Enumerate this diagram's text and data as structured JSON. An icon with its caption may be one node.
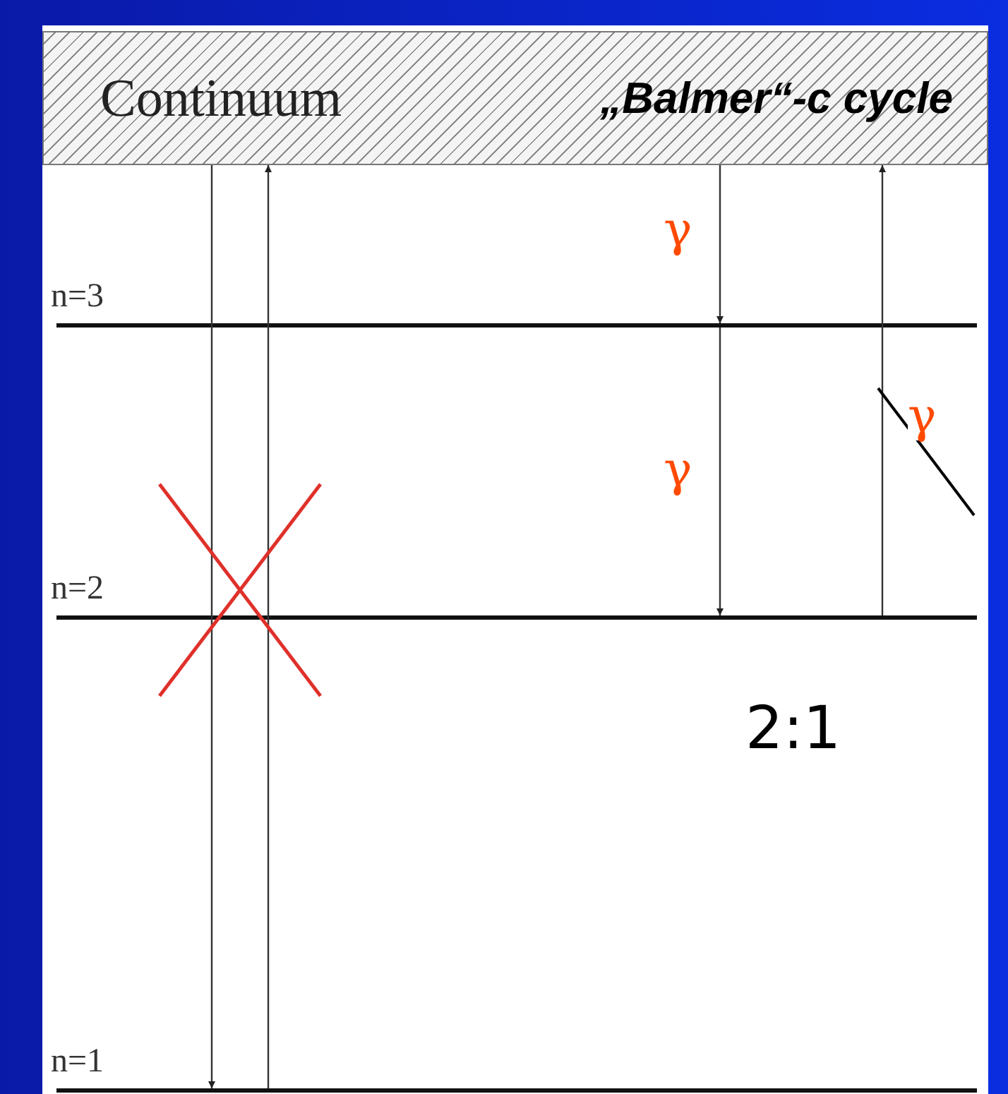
{
  "diagram": {
    "nodes": [
      {
        "text": [
          "Continuum",
          "„Balmer“-c cycle"
        ]
      },
      {
        "text": [],
        "shape": "bar",
        "beside": [
          "n=3"
        ]
      },
      {
        "text": [],
        "shape": "bar",
        "beside": [
          "n=2"
        ]
      },
      {
        "text": [],
        "shape": "bar",
        "beside": [
          "n=1"
        ]
      }
    ],
    "edges": [
      {
        "from": 0,
        "to": 3,
        "arrow": "to"
      },
      {
        "from": 3,
        "to": 0,
        "arrow": "to"
      },
      {
        "from": 0,
        "to": 1,
        "arrow": "to",
        "label": "γ"
      },
      {
        "from": 1,
        "to": 2,
        "arrow": "to",
        "label": "γ"
      },
      {
        "from": 2,
        "to": 0,
        "arrow": "to",
        "label": "γ"
      }
    ],
    "labels": [
      "2:1"
    ]
  }
}
